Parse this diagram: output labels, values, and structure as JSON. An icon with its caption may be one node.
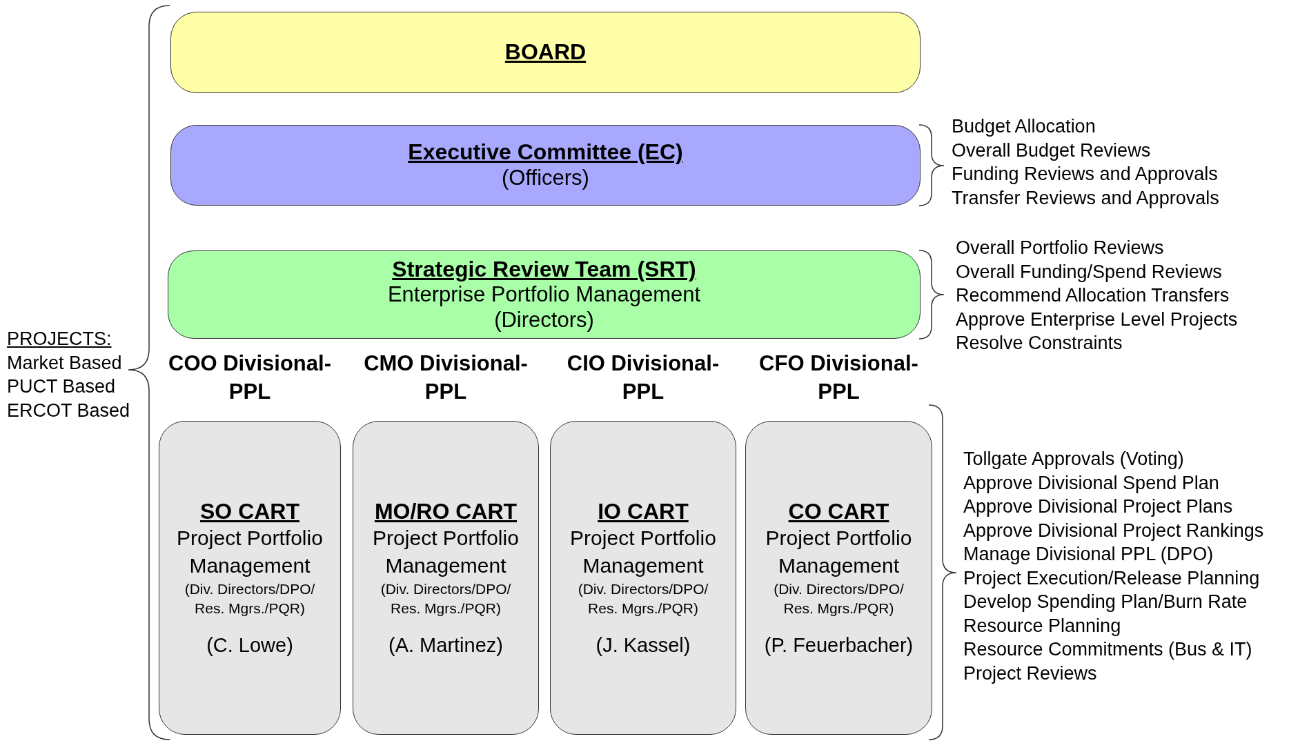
{
  "diagram": {
    "nodes": [
      {
        "text": [
          "BOARD"
        ]
      },
      {
        "text": [
          "Executive Committee (EC)",
          "(Officers)"
        ]
      },
      {
        "text": [
          "Strategic Review Team (SRT)",
          "Enterprise Portfolio Management (Directors)"
        ]
      },
      {
        "text": [
          "COO Divisional-PPL",
          "SO CART",
          "Project Portfolio Management",
          "(Div. Directors/DPO/ Res. Mgrs./PQR)",
          "(C. Lowe)"
        ]
      },
      {
        "text": [
          "CMO Divisional-PPL",
          "MO/RO CART",
          "Project Portfolio Management",
          "(Div. Directors/DPO/ Res. Mgrs./PQR)",
          "(A. Martinez)"
        ]
      },
      {
        "text": [
          "CIO Divisional-PPL",
          "IO CART",
          "Project Portfolio Management",
          "(Div. Directors/DPO/ Res. Mgrs./PQR)",
          "(J. Kassel)"
        ]
      },
      {
        "text": [
          "CFO Divisional-PPL",
          "CO CART",
          "Project Portfolio Management",
          "(Div. Directors/DPO/ Res. Mgrs./PQR)",
          "(P. Feuerbacher)"
        ]
      }
    ],
    "labels": [
      "PROJECTS:",
      "Market Based",
      "PUCT Based",
      "ERCOT Based",
      "Budget Allocation",
      "Overall Budget Reviews",
      "Funding Reviews and Approvals",
      "Transfer Reviews and Approvals",
      "Overall Portfolio Reviews",
      "Overall Funding/Spend Reviews",
      "Recommend Allocation Transfers",
      "Approve Enterprise Level Projects",
      "Resolve Constraints",
      "Tollgate Approvals (Voting)",
      "Approve Divisional Spend Plan",
      "Approve Divisional Project Plans",
      "Approve Divisional Project Rankings",
      "Manage Divisional PPL (DPO)",
      "Project Execution/Release Planning",
      "Develop Spending Plan/Burn Rate",
      "Resource Planning",
      "Resource Commitments (Bus & IT)",
      "Project Reviews"
    ]
  }
}
